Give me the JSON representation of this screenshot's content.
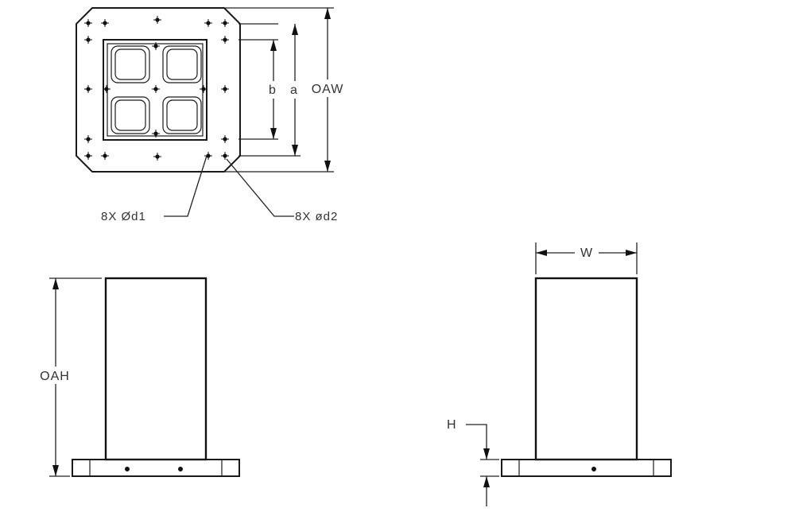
{
  "labels": {
    "b": "b",
    "a": "a",
    "oaw": "OAW",
    "d1": "8X  Ød1",
    "d2": "8X  ød2",
    "oah": "OAH",
    "w": "W",
    "h": "H"
  }
}
